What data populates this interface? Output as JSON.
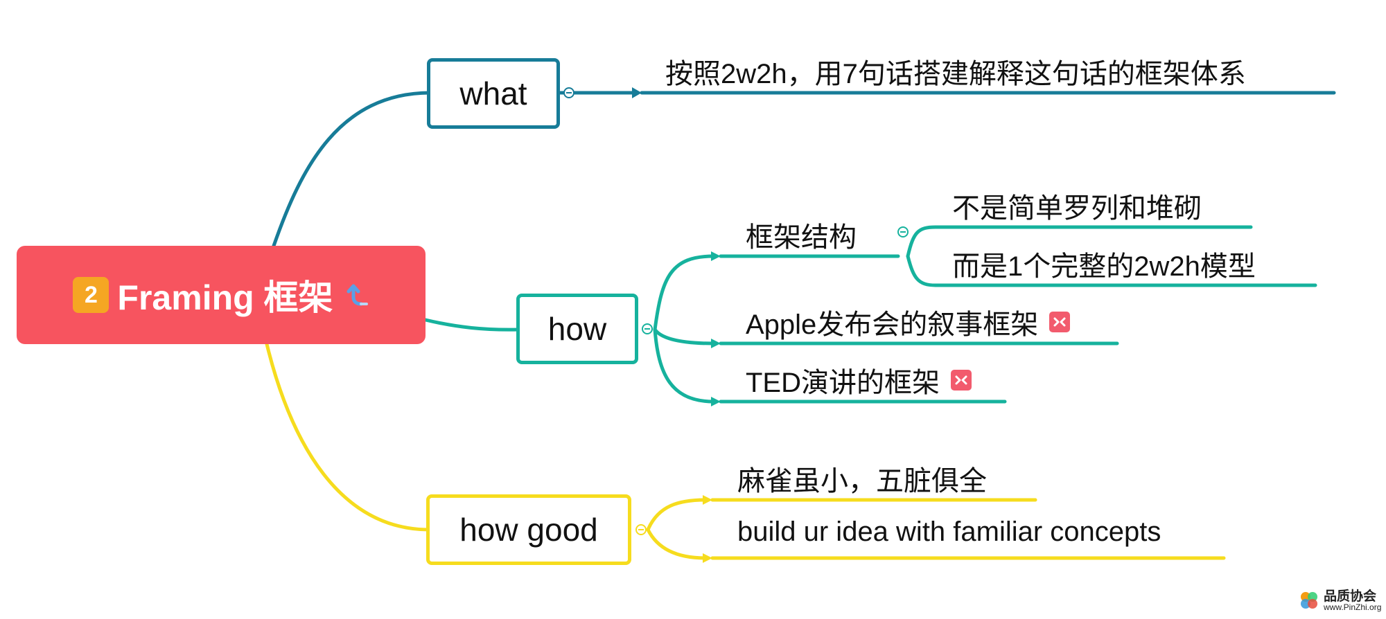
{
  "colors": {
    "central": "#f7545f",
    "badge": "#f5a623",
    "what": "#177c98",
    "how": "#16b29d",
    "how_good": "#f6dc1e",
    "xmind_icon": "#f25b6d"
  },
  "central": {
    "badge": "2",
    "title": "Framing 框架",
    "icon": "jump-link-icon"
  },
  "what": {
    "label": "what",
    "leaf": "按照2w2h，用7句话搭建解释这句话的框架体系"
  },
  "how": {
    "label": "how",
    "structure": {
      "label": "框架结构",
      "items": [
        "不是简单罗列和堆砌",
        "而是1个完整的2w2h模型"
      ]
    },
    "apple": "Apple发布会的叙事框架",
    "ted": "TED演讲的框架",
    "link_icon": "xmind-link-icon"
  },
  "how_good": {
    "label": "how good",
    "items": [
      "麻雀虽小，五脏俱全",
      "build ur idea with familiar concepts"
    ]
  },
  "watermark": {
    "name": "品质协会",
    "url": "www.PinZhi.org"
  }
}
